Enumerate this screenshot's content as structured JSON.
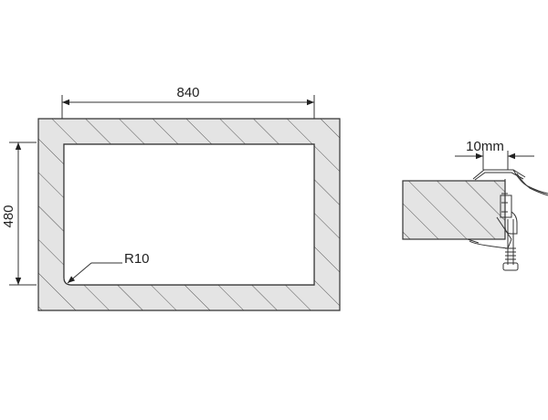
{
  "plan_view": {
    "width_label": "840",
    "height_label": "480",
    "radius_label": "R10"
  },
  "section_detail": {
    "clearance_label": "10mm"
  },
  "colors": {
    "countertop_fill": "#e4e4e4",
    "line": "#333333",
    "hatch": "#555555"
  }
}
